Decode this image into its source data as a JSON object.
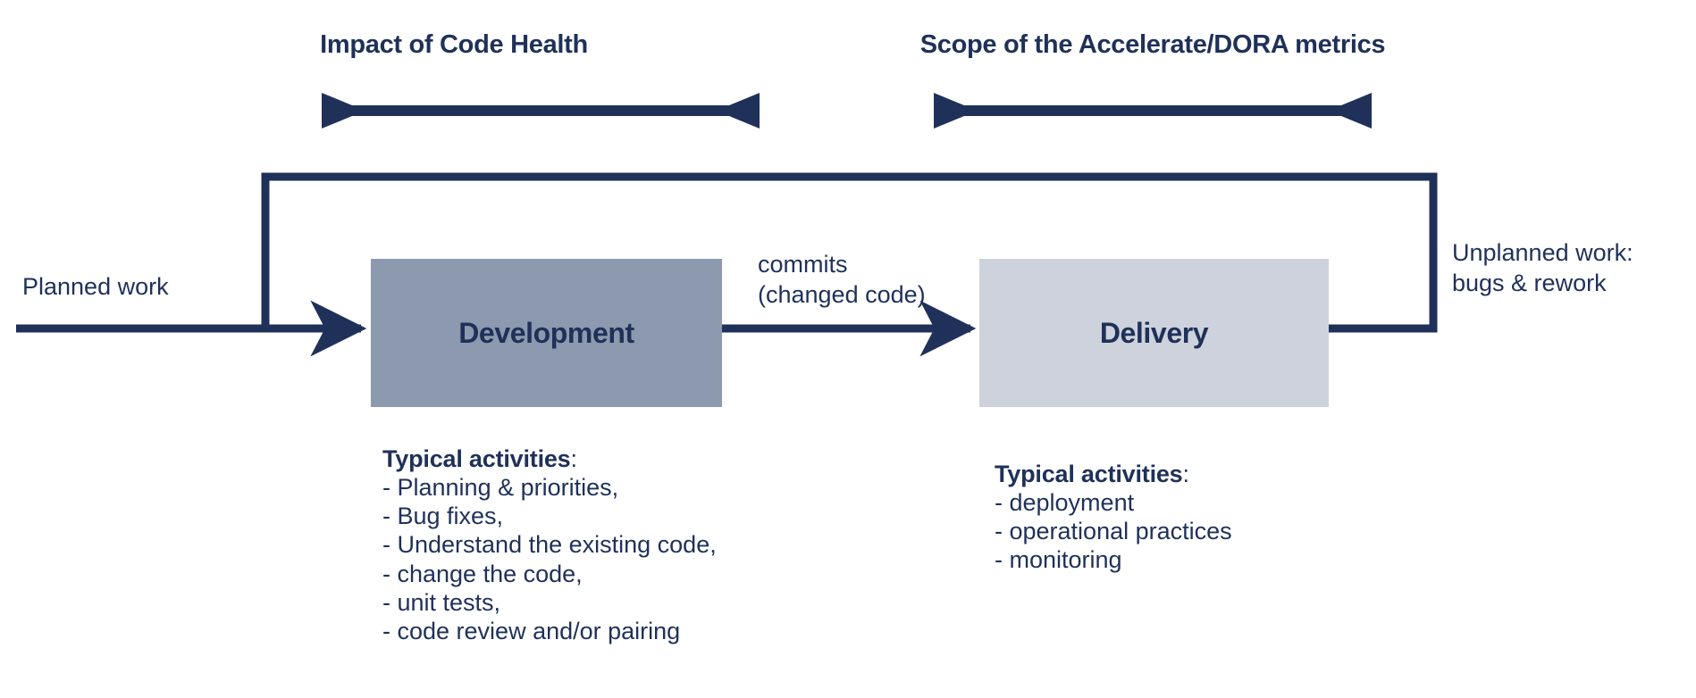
{
  "diagram": {
    "title_impact": "Impact of Code Health",
    "title_scope": "Scope of the Accelerate/DORA metrics",
    "input_label": "Planned work",
    "flow_label": "commits\n(changed code)",
    "feedback_label": "Unplanned work:\nbugs & rework",
    "colors": {
      "ink": "#1f3159",
      "development_fill": "#8c99ae",
      "delivery_fill": "#ced2dc",
      "background": "#ffffff"
    },
    "stages": [
      {
        "name": "Development",
        "activities_title": "Typical activities",
        "activities_colon": ":",
        "activities": [
          "- Planning & priorities,",
          "- Bug fixes,",
          "- Understand the existing code,",
          "- change the code,",
          "- unit tests,",
          "- code review and/or pairing"
        ]
      },
      {
        "name": "Delivery",
        "activities_title": "Typical activities",
        "activities_colon": ":",
        "activities": [
          "- deployment",
          "- operational practices",
          "- monitoring"
        ]
      }
    ]
  }
}
